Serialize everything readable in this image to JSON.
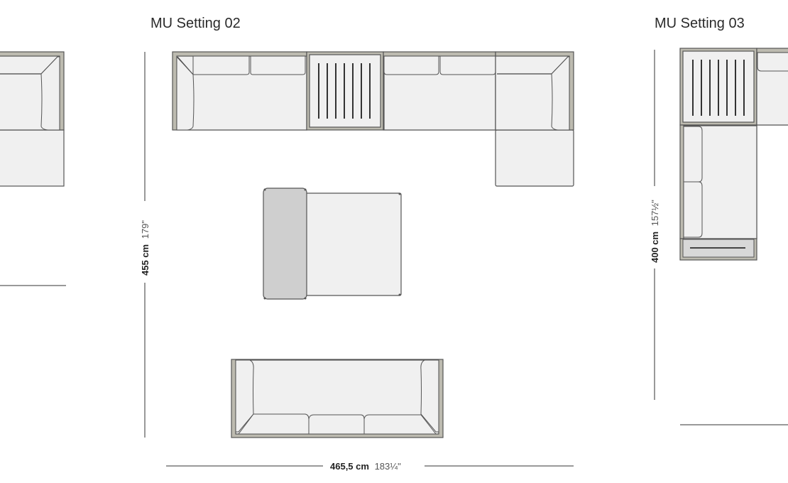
{
  "settings": [
    {
      "title": "",
      "partial": true
    },
    {
      "title": "MU Setting 02",
      "height_dimension": {
        "metric": "455 cm",
        "imperial": "179\""
      },
      "width_dimension": {
        "metric": "465,5 cm",
        "imperial": "183¼\""
      }
    },
    {
      "title": "MU Setting 03",
      "height_dimension": {
        "metric": "400 cm",
        "imperial": "157½\""
      }
    }
  ],
  "colors": {
    "upholstery": "#f0f0f0",
    "frame": "#bdbbb0",
    "ottoman_back": "#cfcfcf",
    "outline": "#555555"
  }
}
